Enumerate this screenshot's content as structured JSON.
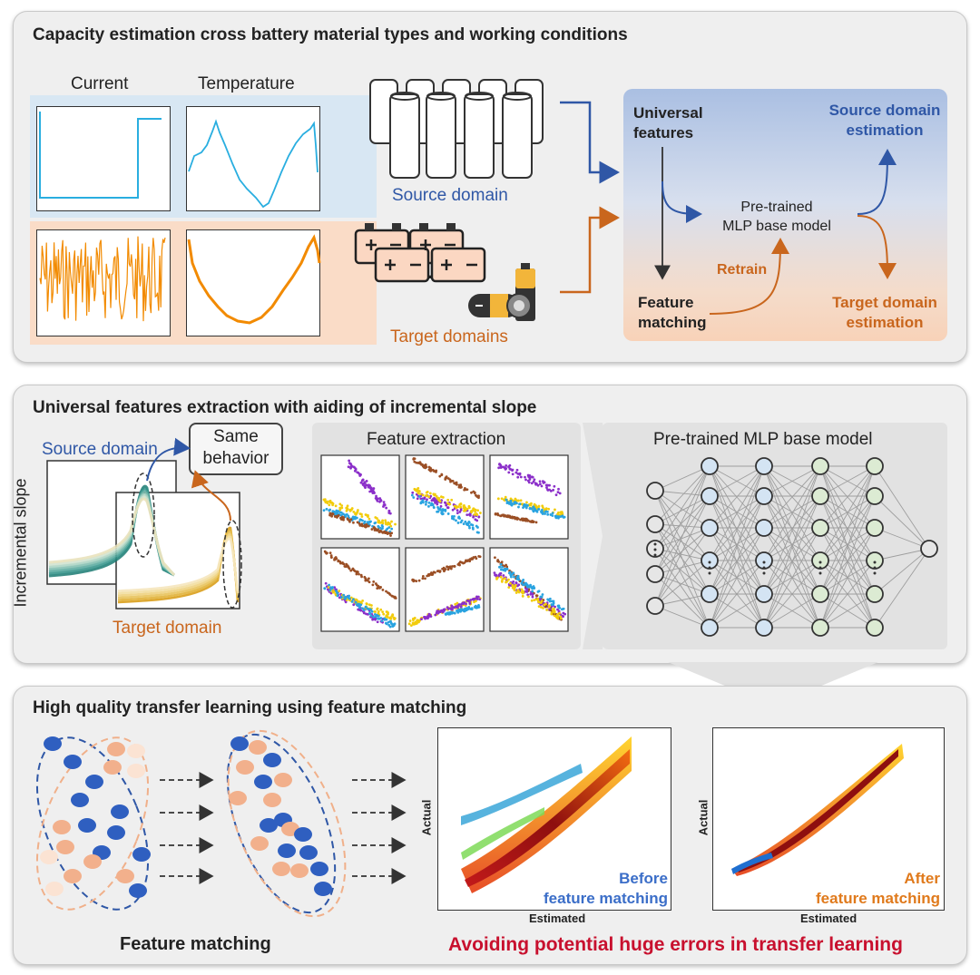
{
  "panel1": {
    "title": "Capacity estimation cross battery material types and working conditions",
    "current_label": "Current",
    "temperature_label": "Temperature",
    "source_domain": "Source domain",
    "target_domains": "Target domains",
    "ellipsis": "···",
    "flow": {
      "universal_features": "Universal\nfeatures",
      "source_estimation": "Source domain\nestimation",
      "pretrained": "Pre-trained\nMLP base model",
      "retrain": "Retrain",
      "feature_matching": "Feature\nmatching",
      "target_estimation": "Target domain\nestimation"
    }
  },
  "panel2": {
    "title": "Universal features extraction with aiding of incremental slope",
    "source_domain": "Source domain",
    "target_domain": "Target domain",
    "ylabel": "Incremental slope",
    "same_behavior": "Same\nbehavior",
    "feature_extraction": "Feature extraction",
    "mlp_title": "Pre-trained MLP base model"
  },
  "panel3": {
    "title": "High quality transfer learning using feature matching",
    "feature_matching": "Feature matching",
    "avoiding": "Avoiding potential huge errors in transfer learning",
    "plot_before": {
      "ylabel": "Actual",
      "xlabel": "Estimated",
      "caption": "Before\nfeature matching"
    },
    "plot_after": {
      "ylabel": "Actual",
      "xlabel": "Estimated",
      "caption": "After\nfeature matching"
    }
  },
  "colors": {
    "blue": "#2f57a6",
    "orange": "#c9661d",
    "cyan": "#29aee0",
    "orange_signal": "#f28a00",
    "red_title": "#c8102e",
    "purple": "#8b2fc9",
    "yellow": "#f2cc0c",
    "brown": "#9b4f25"
  }
}
